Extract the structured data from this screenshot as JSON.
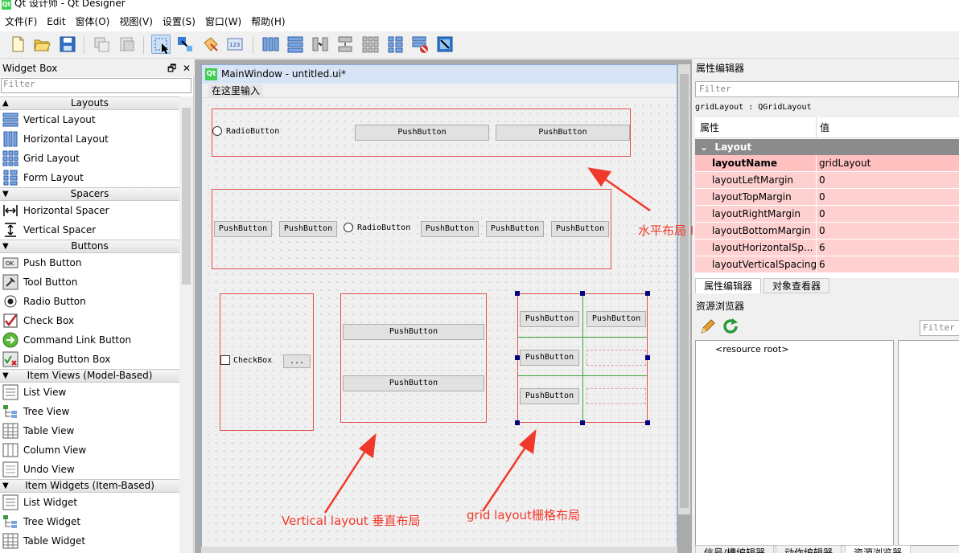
{
  "app": {
    "title": "Qt 设计师 - Qt Designer",
    "logo": "Qt"
  },
  "menubar": {
    "items": [
      "文件(F)",
      "Edit",
      "窗体(O)",
      "视图(V)",
      "设置(S)",
      "窗口(W)",
      "帮助(H)"
    ]
  },
  "toolbar": {
    "icons": [
      "new-file-icon",
      "open-folder-icon",
      "save-icon",
      "copy-icon",
      "paste-icon",
      "edit-widgets-icon",
      "edit-signals-icon",
      "edit-buddies-icon",
      "edit-tab-order-icon",
      "layout-horizontal-icon",
      "layout-vertical-icon",
      "layout-h-splitter-icon",
      "layout-v-splitter-icon",
      "layout-grid-icon",
      "layout-form-icon",
      "break-layout-icon",
      "adjust-size-icon"
    ]
  },
  "widget_box": {
    "title": "Widget Box",
    "filter_placeholder": "Filter",
    "categories": [
      {
        "label": "Layouts",
        "items": [
          "Vertical Layout",
          "Horizontal Layout",
          "Grid Layout",
          "Form Layout"
        ]
      },
      {
        "label": "Spacers",
        "items": [
          "Horizontal Spacer",
          "Vertical Spacer"
        ]
      },
      {
        "label": "Buttons",
        "items": [
          "Push Button",
          "Tool Button",
          "Radio Button",
          "Check Box",
          "Command Link Button",
          "Dialog Button Box"
        ]
      },
      {
        "label": "Item Views (Model-Based)",
        "items": [
          "List View",
          "Tree View",
          "Table View",
          "Column View",
          "Undo View"
        ]
      },
      {
        "label": "Item Widgets (Item-Based)",
        "items": [
          "List Widget",
          "Tree Widget",
          "Table Widget"
        ]
      }
    ]
  },
  "subwindow": {
    "title": "MainWindow - untitled.ui*",
    "menu_placeholder": "在这里输入"
  },
  "form": {
    "hlayout1": {
      "radio": "RadioButton",
      "buttons": [
        "PushButton",
        "PushButton"
      ]
    },
    "hlayout2": {
      "items": [
        "PushButton",
        "PushButton",
        "RadioButton",
        "PushButton",
        "PushButton",
        "PushButton"
      ]
    },
    "vlayout1": {
      "checkbox": "CheckBox",
      "tool": "..."
    },
    "vlayout2": {
      "buttons": [
        "PushButton",
        "PushButton"
      ]
    },
    "grid": {
      "buttons": [
        "PushButton",
        "PushButton",
        "PushButton",
        "PushButton"
      ]
    }
  },
  "annotations": {
    "horizontal": "水平布局 Horizontal",
    "vertical": "Vertical layout 垂直布局",
    "grid": "grid layout栅格布局"
  },
  "property_editor": {
    "title": "属性编辑器",
    "filter_placeholder": "Filter",
    "class_label": "gridLayout : QGridLayout",
    "col_property": "属性",
    "col_value": "值",
    "group": "Layout",
    "rows": [
      {
        "key": "layoutName",
        "value": "gridLayout"
      },
      {
        "key": "layoutLeftMargin",
        "value": "0"
      },
      {
        "key": "layoutTopMargin",
        "value": "0"
      },
      {
        "key": "layoutRightMargin",
        "value": "0"
      },
      {
        "key": "layoutBottomMargin",
        "value": "0"
      },
      {
        "key": "layoutHorizontalSp...",
        "value": "6"
      },
      {
        "key": "layoutVerticalSpacing",
        "value": "6"
      }
    ],
    "tabs": [
      "属性编辑器",
      "对象查看器"
    ]
  },
  "resource_browser": {
    "title": "资源浏览器",
    "filter_placeholder": "Filter",
    "root": "<resource root>",
    "tabs": [
      "信号/槽编辑器",
      "动作编辑器",
      "资源浏览器"
    ]
  },
  "colors": {
    "layout_border": "#e05050",
    "annotation": "#f0392b",
    "grid_line": "#3aa53a",
    "selection_handle": "#000080",
    "prop_row": "#ffd0d0"
  }
}
